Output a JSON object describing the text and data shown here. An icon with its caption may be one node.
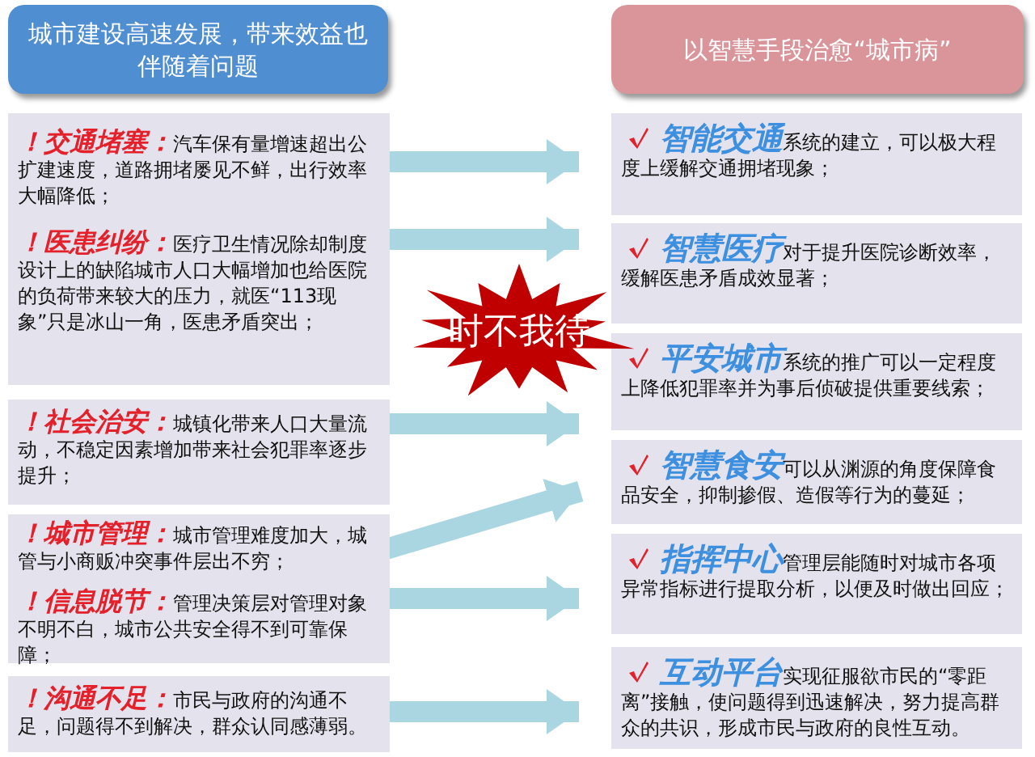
{
  "diagram": {
    "nodes": [
      {
        "text": [
          "城市建设高速发展，带来效益也伴随着问题"
        ]
      },
      {
        "text": [
          "以智慧手段治愈“城市病”"
        ]
      },
      {
        "text": [],
        "shape": "box"
      },
      {
        "text": [
          "！交通堵塞：",
          "汽车保有量增速超出公扩建速度，道路拥堵屡见不鲜，出行效率大幅降低；"
        ],
        "in": 2
      },
      {
        "text": [
          "！医患纠纷：",
          "医疗卫生情况除却制度设计上的缺陷城市人口大幅增加也给医院的负荷带来较大的压力，就医“113现象”只是冰山一角，医患矛盾突出；"
        ],
        "in": 2
      },
      {
        "text": [],
        "shape": "box"
      },
      {
        "text": [
          "！社会治安：",
          "城镇化带来人口大量流动，不稳定因素增加带来社会犯罪率逐步提升；"
        ],
        "in": 5
      },
      {
        "text": [],
        "shape": "box"
      },
      {
        "text": [
          "！城市管理：",
          "城市管理难度加大，城管与小商贩冲突事件层出不穷；"
        ],
        "in": 7
      },
      {
        "text": [
          "！信息脱节：",
          "管理决策层对管理对象不明不白，城市公共安全得不到可靠保障；"
        ],
        "in": 7
      },
      {
        "text": [],
        "shape": "box"
      },
      {
        "text": [
          "！沟通不足：",
          "市民与政府的沟通不足，问题得不到解决，群众认同感薄弱。"
        ],
        "in": 10
      },
      {
        "text": [
          "时不我待"
        ]
      },
      {
        "text": [
          "智能交通",
          "系统的建立，可以极大程度上缓解交通拥堵现象；"
        ]
      },
      {
        "text": [
          "智慧医疗",
          "对于提升医院诊断效率，缓解医患矛盾成效显著；"
        ]
      },
      {
        "text": [
          "平安城市",
          "系统的推广可以一定程度上降低犯罪率并为事后侦破提供重要线索；"
        ]
      },
      {
        "text": [
          "智慧食安",
          "可以从渊源的角度保障食品安全，抑制掺假、造假等行为的蔓延；"
        ]
      },
      {
        "text": [
          "指挥中心",
          "管理层能随时对城市各项异常指标进行提取分析，以便及时做出回应；"
        ]
      },
      {
        "text": [
          "互动平台",
          "实现征服欲市民的“零距离”接触，使问题得到迅速解决，努力提高群众的共识，形成市民与政府的良性互动。"
        ]
      }
    ],
    "edges": [
      {
        "from": 3,
        "to": 13,
        "arrow": "to"
      },
      {
        "from": 4,
        "to": 14,
        "arrow": "to"
      },
      {
        "from": 6,
        "to": 15,
        "arrow": "to"
      },
      {
        "from": 8,
        "to": 16,
        "arrow": "to"
      },
      {
        "from": 9,
        "to": 17,
        "arrow": "to"
      },
      {
        "from": 11,
        "to": 18,
        "arrow": "to"
      }
    ]
  }
}
